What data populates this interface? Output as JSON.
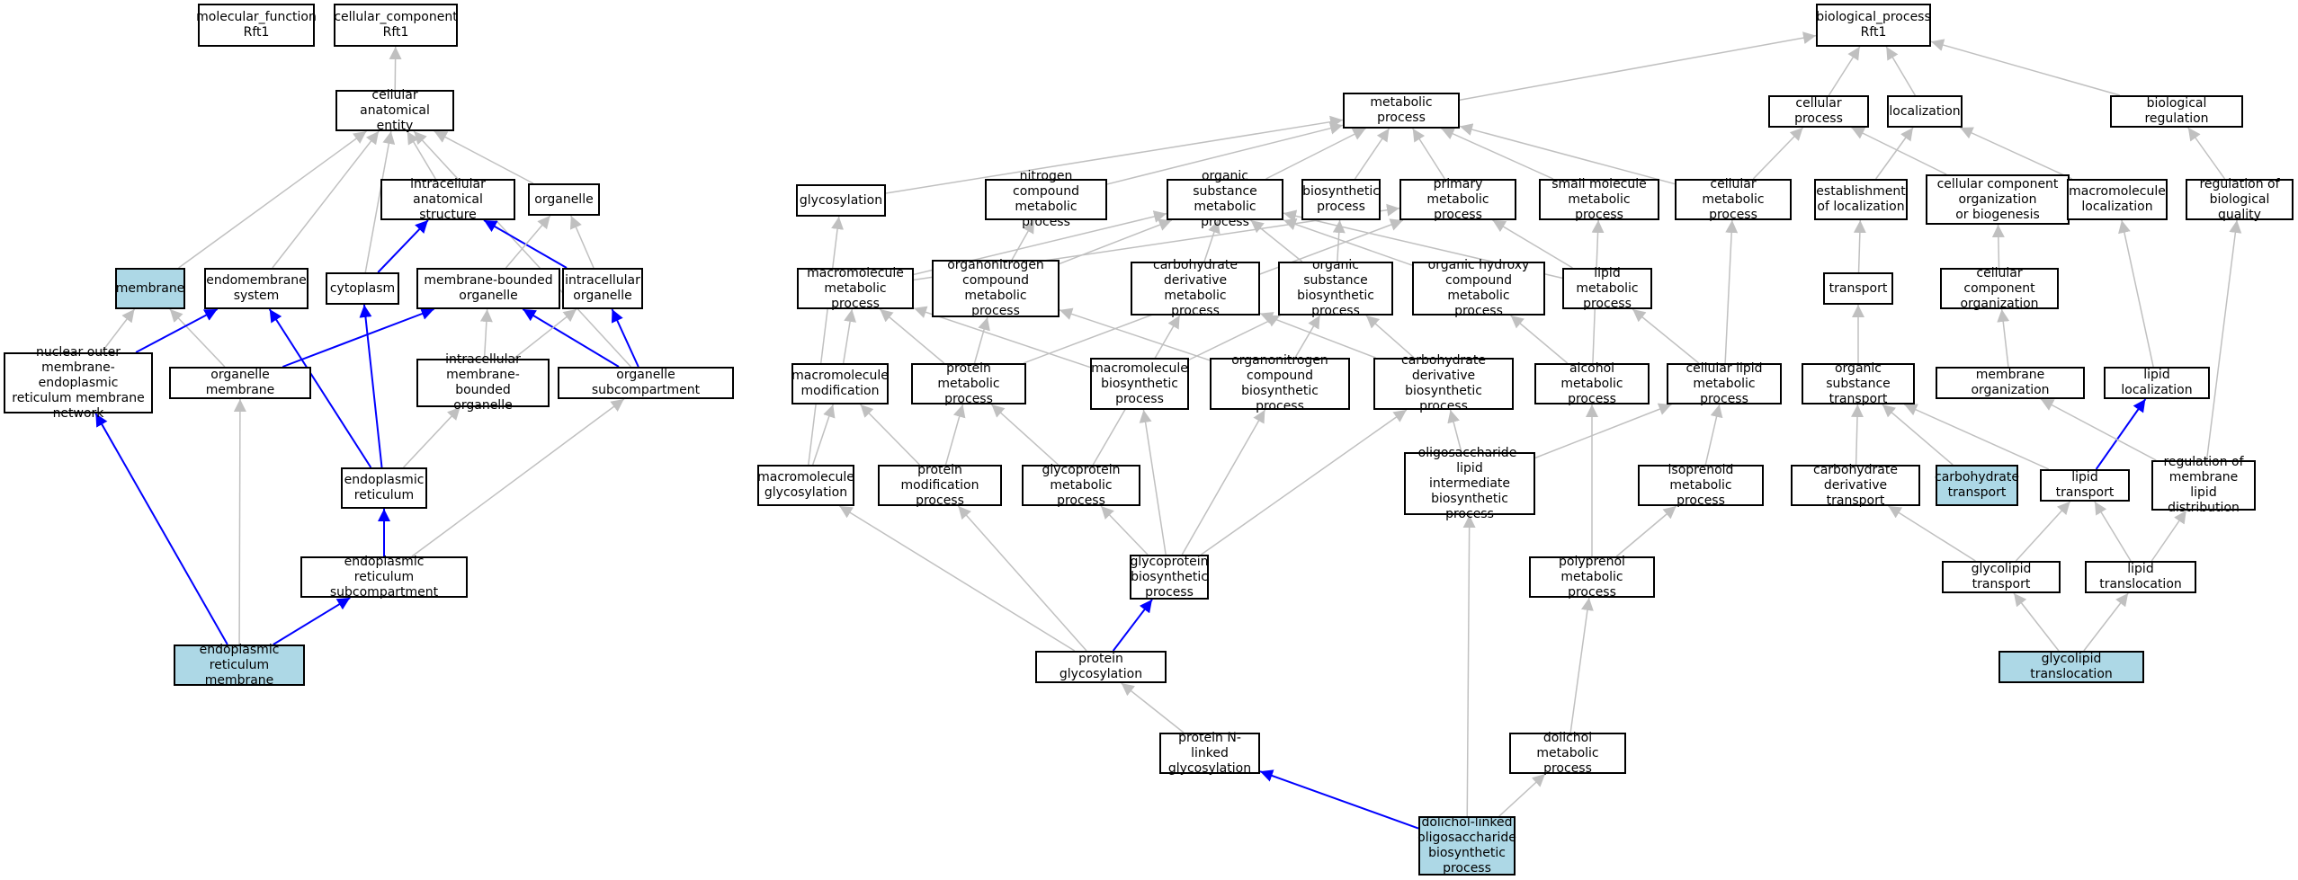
{
  "colors": {
    "highlight": "#add8e6",
    "annotated_edge": "#0000ff",
    "edge": "#c0c0c0",
    "node_border": "#000000"
  },
  "nodes": {
    "mf_root": {
      "label": "molecular_function\nRft1"
    },
    "cc_root": {
      "label": "cellular_component\nRft1"
    },
    "bp_root": {
      "label": "biological_process\nRft1"
    },
    "cae": {
      "label": "cellular anatomical\nentity"
    },
    "ias": {
      "label": "intracellular\nanatomical structure"
    },
    "organelle": {
      "label": "organelle"
    },
    "membrane": {
      "label": "membrane",
      "highlight": true
    },
    "endomembrane": {
      "label": "endomembrane\nsystem"
    },
    "cytoplasm": {
      "label": "cytoplasm"
    },
    "mbo": {
      "label": "membrane-bounded\norganelle"
    },
    "io": {
      "label": "intracellular\norganelle"
    },
    "nuclear": {
      "label": "nuclear outer\nmembrane-endoplasmic\nreticulum membrane\nnetwork"
    },
    "orgmem": {
      "label": "organelle membrane"
    },
    "imbo": {
      "label": "intracellular\nmembrane-bounded\norganelle"
    },
    "orgsub": {
      "label": "organelle subcompartment"
    },
    "er": {
      "label": "endoplasmic\nreticulum"
    },
    "ersub": {
      "label": "endoplasmic\nreticulum subcompartment"
    },
    "ermem": {
      "label": "endoplasmic\nreticulum membrane",
      "highlight": true
    },
    "metab": {
      "label": "metabolic process"
    },
    "cellproc": {
      "label": "cellular process"
    },
    "localization": {
      "label": "localization"
    },
    "bioreg": {
      "label": "biological regulation"
    },
    "glycosylation": {
      "label": "glycosylation"
    },
    "ncmp": {
      "label": "nitrogen compound\nmetabolic process"
    },
    "osmp": {
      "label": "organic substance\nmetabolic process"
    },
    "biosynth": {
      "label": "biosynthetic\nprocess"
    },
    "primary": {
      "label": "primary metabolic\nprocess"
    },
    "smmp": {
      "label": "small molecule\nmetabolic process"
    },
    "cmp": {
      "label": "cellular metabolic\nprocess"
    },
    "estloc": {
      "label": "establishment\nof localization"
    },
    "ccob": {
      "label": "cellular component\norganization\nor biogenesis"
    },
    "macroloc": {
      "label": "macromolecule\nlocalization"
    },
    "regbq": {
      "label": "regulation of\nbiological quality"
    },
    "mmp": {
      "label": "macromolecule\nmetabolic process"
    },
    "oncmp": {
      "label": "organonitrogen\ncompound metabolic\nprocess"
    },
    "cdmp": {
      "label": "carbohydrate\nderivative metabolic\nprocess"
    },
    "osbp": {
      "label": "organic substance\nbiosynthetic\nprocess"
    },
    "ohcmp": {
      "label": "organic hydroxy\ncompound metabolic\nprocess"
    },
    "lmp": {
      "label": "lipid metabolic\nprocess"
    },
    "transport": {
      "label": "transport"
    },
    "cco": {
      "label": "cellular component\norganization"
    },
    "mmod": {
      "label": "macromolecule\nmodification"
    },
    "pmp": {
      "label": "protein metabolic\nprocess"
    },
    "mbp": {
      "label": "macromolecule\nbiosynthetic\nprocess"
    },
    "oncbp": {
      "label": "organonitrogen\ncompound biosynthetic\nprocess"
    },
    "cdbp": {
      "label": "carbohydrate\nderivative biosynthetic\nprocess"
    },
    "amp": {
      "label": "alcohol metabolic\nprocess"
    },
    "clmp": {
      "label": "cellular lipid\nmetabolic process"
    },
    "ost": {
      "label": "organic substance\ntransport"
    },
    "memorg": {
      "label": "membrane organization"
    },
    "lipidloc": {
      "label": "lipid localization"
    },
    "mglyc": {
      "label": "macromolecule\nglycosylation"
    },
    "pmodp": {
      "label": "protein modification\nprocess"
    },
    "gpmp": {
      "label": "glycoprotein\nmetabolic process"
    },
    "olibp": {
      "label": "oligosaccharide-lipid\nintermediate\nbiosynthetic\nprocess"
    },
    "isop": {
      "label": "isoprenoid metabolic\nprocess"
    },
    "cdt": {
      "label": "carbohydrate\nderivative transport"
    },
    "ct": {
      "label": "carbohydrate\ntransport",
      "highlight": true
    },
    "lt": {
      "label": "lipid transport"
    },
    "rmld": {
      "label": "regulation of\nmembrane lipid\ndistribution"
    },
    "gpbp": {
      "label": "glycoprotein\nbiosynthetic\nprocess"
    },
    "polyp": {
      "label": "polyprenol metabolic\nprocess"
    },
    "glt": {
      "label": "glycolipid transport"
    },
    "ltrans": {
      "label": "lipid translocation"
    },
    "pglyc": {
      "label": "protein glycosylation"
    },
    "gltrans": {
      "label": "glycolipid translocation",
      "highlight": true
    },
    "pnglyc": {
      "label": "protein N-linked\nglycosylation"
    },
    "dolmp": {
      "label": "dolichol metabolic\nprocess"
    },
    "dlobp": {
      "label": "dolichol-linked\noligosaccharide\nbiosynthetic\nprocess",
      "highlight": true
    }
  },
  "edges": [
    [
      "cae",
      "cc_root",
      0
    ],
    [
      "ias",
      "cae",
      0
    ],
    [
      "organelle",
      "cae",
      0
    ],
    [
      "membrane",
      "cae",
      0
    ],
    [
      "endomembrane",
      "cae",
      0
    ],
    [
      "cytoplasm",
      "cae",
      0
    ],
    [
      "orgsub",
      "cae",
      0
    ],
    [
      "cytoplasm",
      "ias",
      1
    ],
    [
      "io",
      "ias",
      1
    ],
    [
      "mbo",
      "organelle",
      0
    ],
    [
      "io",
      "organelle",
      0
    ],
    [
      "nuclear",
      "membrane",
      0
    ],
    [
      "orgmem",
      "membrane",
      0
    ],
    [
      "nuclear",
      "endomembrane",
      1
    ],
    [
      "er",
      "endomembrane",
      1
    ],
    [
      "er",
      "cytoplasm",
      1
    ],
    [
      "orgmem",
      "mbo",
      1
    ],
    [
      "orgsub",
      "mbo",
      1
    ],
    [
      "imbo",
      "mbo",
      0
    ],
    [
      "imbo",
      "io",
      0
    ],
    [
      "orgsub",
      "io",
      1
    ],
    [
      "er",
      "imbo",
      0
    ],
    [
      "ermem",
      "nuclear",
      1
    ],
    [
      "ermem",
      "orgmem",
      0
    ],
    [
      "ersub",
      "orgsub",
      0
    ],
    [
      "ersub",
      "er",
      1
    ],
    [
      "ermem",
      "ersub",
      1
    ],
    [
      "metab",
      "bp_root",
      0
    ],
    [
      "cellproc",
      "bp_root",
      0
    ],
    [
      "localization",
      "bp_root",
      0
    ],
    [
      "bioreg",
      "bp_root",
      0
    ],
    [
      "glycosylation",
      "metab",
      0
    ],
    [
      "ncmp",
      "metab",
      0
    ],
    [
      "osmp",
      "metab",
      0
    ],
    [
      "biosynth",
      "metab",
      0
    ],
    [
      "primary",
      "metab",
      0
    ],
    [
      "smmp",
      "metab",
      0
    ],
    [
      "cmp",
      "metab",
      0
    ],
    [
      "cmp",
      "cellproc",
      0
    ],
    [
      "estloc",
      "localization",
      0
    ],
    [
      "ccob",
      "cellproc",
      0
    ],
    [
      "macroloc",
      "localization",
      0
    ],
    [
      "regbq",
      "bioreg",
      0
    ],
    [
      "mmp",
      "osmp",
      0
    ],
    [
      "oncmp",
      "ncmp",
      0
    ],
    [
      "oncmp",
      "osmp",
      0
    ],
    [
      "cdmp",
      "osmp",
      0
    ],
    [
      "osbp",
      "osmp",
      0
    ],
    [
      "osbp",
      "biosynth",
      0
    ],
    [
      "ohcmp",
      "osmp",
      0
    ],
    [
      "lmp",
      "osmp",
      0
    ],
    [
      "lmp",
      "primary",
      0
    ],
    [
      "mmp",
      "primary",
      0
    ],
    [
      "pmp",
      "primary",
      0
    ],
    [
      "transport",
      "estloc",
      0
    ],
    [
      "cco",
      "ccob",
      0
    ],
    [
      "mmod",
      "mmp",
      0
    ],
    [
      "pmp",
      "mmp",
      0
    ],
    [
      "pmp",
      "oncmp",
      0
    ],
    [
      "mbp",
      "mmp",
      0
    ],
    [
      "mbp",
      "osbp",
      0
    ],
    [
      "oncbp",
      "oncmp",
      0
    ],
    [
      "oncbp",
      "osbp",
      0
    ],
    [
      "cdbp",
      "cdmp",
      0
    ],
    [
      "cdbp",
      "osbp",
      0
    ],
    [
      "amp",
      "ohcmp",
      0
    ],
    [
      "amp",
      "smmp",
      0
    ],
    [
      "clmp",
      "lmp",
      0
    ],
    [
      "clmp",
      "cmp",
      0
    ],
    [
      "ost",
      "transport",
      0
    ],
    [
      "lipidloc",
      "macroloc",
      0
    ],
    [
      "memorg",
      "cco",
      0
    ],
    [
      "mglyc",
      "mmod",
      0
    ],
    [
      "mglyc",
      "glycosylation",
      0
    ],
    [
      "pmodp",
      "mmod",
      0
    ],
    [
      "pmodp",
      "pmp",
      0
    ],
    [
      "gpmp",
      "pmp",
      0
    ],
    [
      "gpmp",
      "cdmp",
      0
    ],
    [
      "olibp",
      "cdbp",
      0
    ],
    [
      "olibp",
      "clmp",
      0
    ],
    [
      "isop",
      "clmp",
      0
    ],
    [
      "cdt",
      "ost",
      0
    ],
    [
      "ct",
      "ost",
      0
    ],
    [
      "lt",
      "ost",
      0
    ],
    [
      "lt",
      "lipidloc",
      1
    ],
    [
      "rmld",
      "memorg",
      0
    ],
    [
      "rmld",
      "regbq",
      0
    ],
    [
      "gpbp",
      "mbp",
      0
    ],
    [
      "gpbp",
      "oncbp",
      0
    ],
    [
      "gpbp",
      "cdbp",
      0
    ],
    [
      "gpbp",
      "gpmp",
      0
    ],
    [
      "polyp",
      "amp",
      0
    ],
    [
      "polyp",
      "isop",
      0
    ],
    [
      "glt",
      "cdt",
      0
    ],
    [
      "glt",
      "lt",
      0
    ],
    [
      "ltrans",
      "lt",
      0
    ],
    [
      "ltrans",
      "rmld",
      0
    ],
    [
      "pglyc",
      "mglyc",
      0
    ],
    [
      "pglyc",
      "pmodp",
      0
    ],
    [
      "pglyc",
      "gpbp",
      1
    ],
    [
      "gltrans",
      "glt",
      0
    ],
    [
      "gltrans",
      "ltrans",
      0
    ],
    [
      "pnglyc",
      "pglyc",
      0
    ],
    [
      "dolmp",
      "polyp",
      0
    ],
    [
      "dlobp",
      "pnglyc",
      1
    ],
    [
      "dlobp",
      "olibp",
      0
    ],
    [
      "dlobp",
      "dolmp",
      0
    ]
  ]
}
